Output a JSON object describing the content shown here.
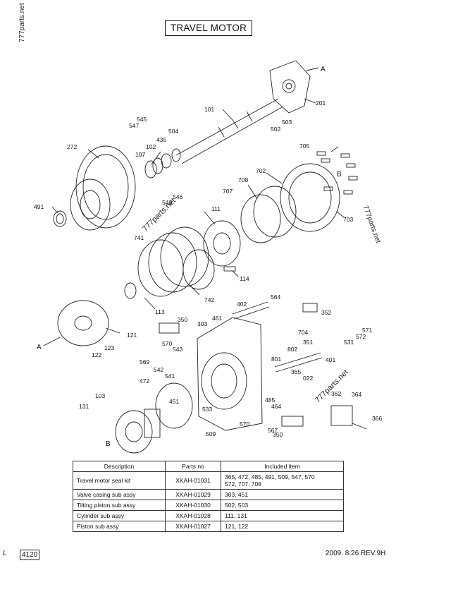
{
  "title": "TRAVEL MOTOR",
  "watermark": "777parts.net",
  "footer": {
    "page": "4120",
    "revision": "2009. 8.26  REV.9H",
    "mark": "L"
  },
  "callouts": [
    "A",
    "201",
    "101",
    "545",
    "547",
    "503",
    "502",
    "504",
    "435",
    "102",
    "107",
    "272",
    "546",
    "543",
    "491",
    "705",
    "B",
    "702",
    "708",
    "707",
    "703",
    "111",
    "741",
    "114",
    "742",
    "113",
    "402",
    "564",
    "461",
    "352",
    "350",
    "303",
    "704",
    "351",
    "571",
    "572",
    "531",
    "121",
    "802",
    "A",
    "123",
    "122",
    "570",
    "543",
    "569",
    "542",
    "541",
    "801",
    "401",
    "365",
    "022",
    "472",
    "451",
    "485",
    "464",
    "362",
    "364",
    "103",
    "131",
    "533",
    "509",
    "570",
    "567",
    "350",
    "366",
    "B"
  ],
  "table": {
    "headers": [
      "Description",
      "Parts no",
      "Included item"
    ],
    "rows": [
      {
        "description": "Travel motor seal kit",
        "parts_no": "XKAH-01031",
        "items": "365,  472, 485, 491,  509, 547, 570",
        "items2": "572, 707, 708"
      },
      {
        "description": "Valve casing sub assy",
        "parts_no": "XKAH-01029",
        "items": "303, 451",
        "items2": ""
      },
      {
        "description": "Tilting piston sub assy",
        "parts_no": "XKAH-01030",
        "items": "502, 503",
        "items2": ""
      },
      {
        "description": "Cylinder sub assy",
        "parts_no": "XKAH-01028",
        "items": "111, 131",
        "items2": ""
      },
      {
        "description": "Piston sub assy",
        "parts_no": "XKAH-01027",
        "items": "121, 122",
        "items2": ""
      }
    ]
  }
}
